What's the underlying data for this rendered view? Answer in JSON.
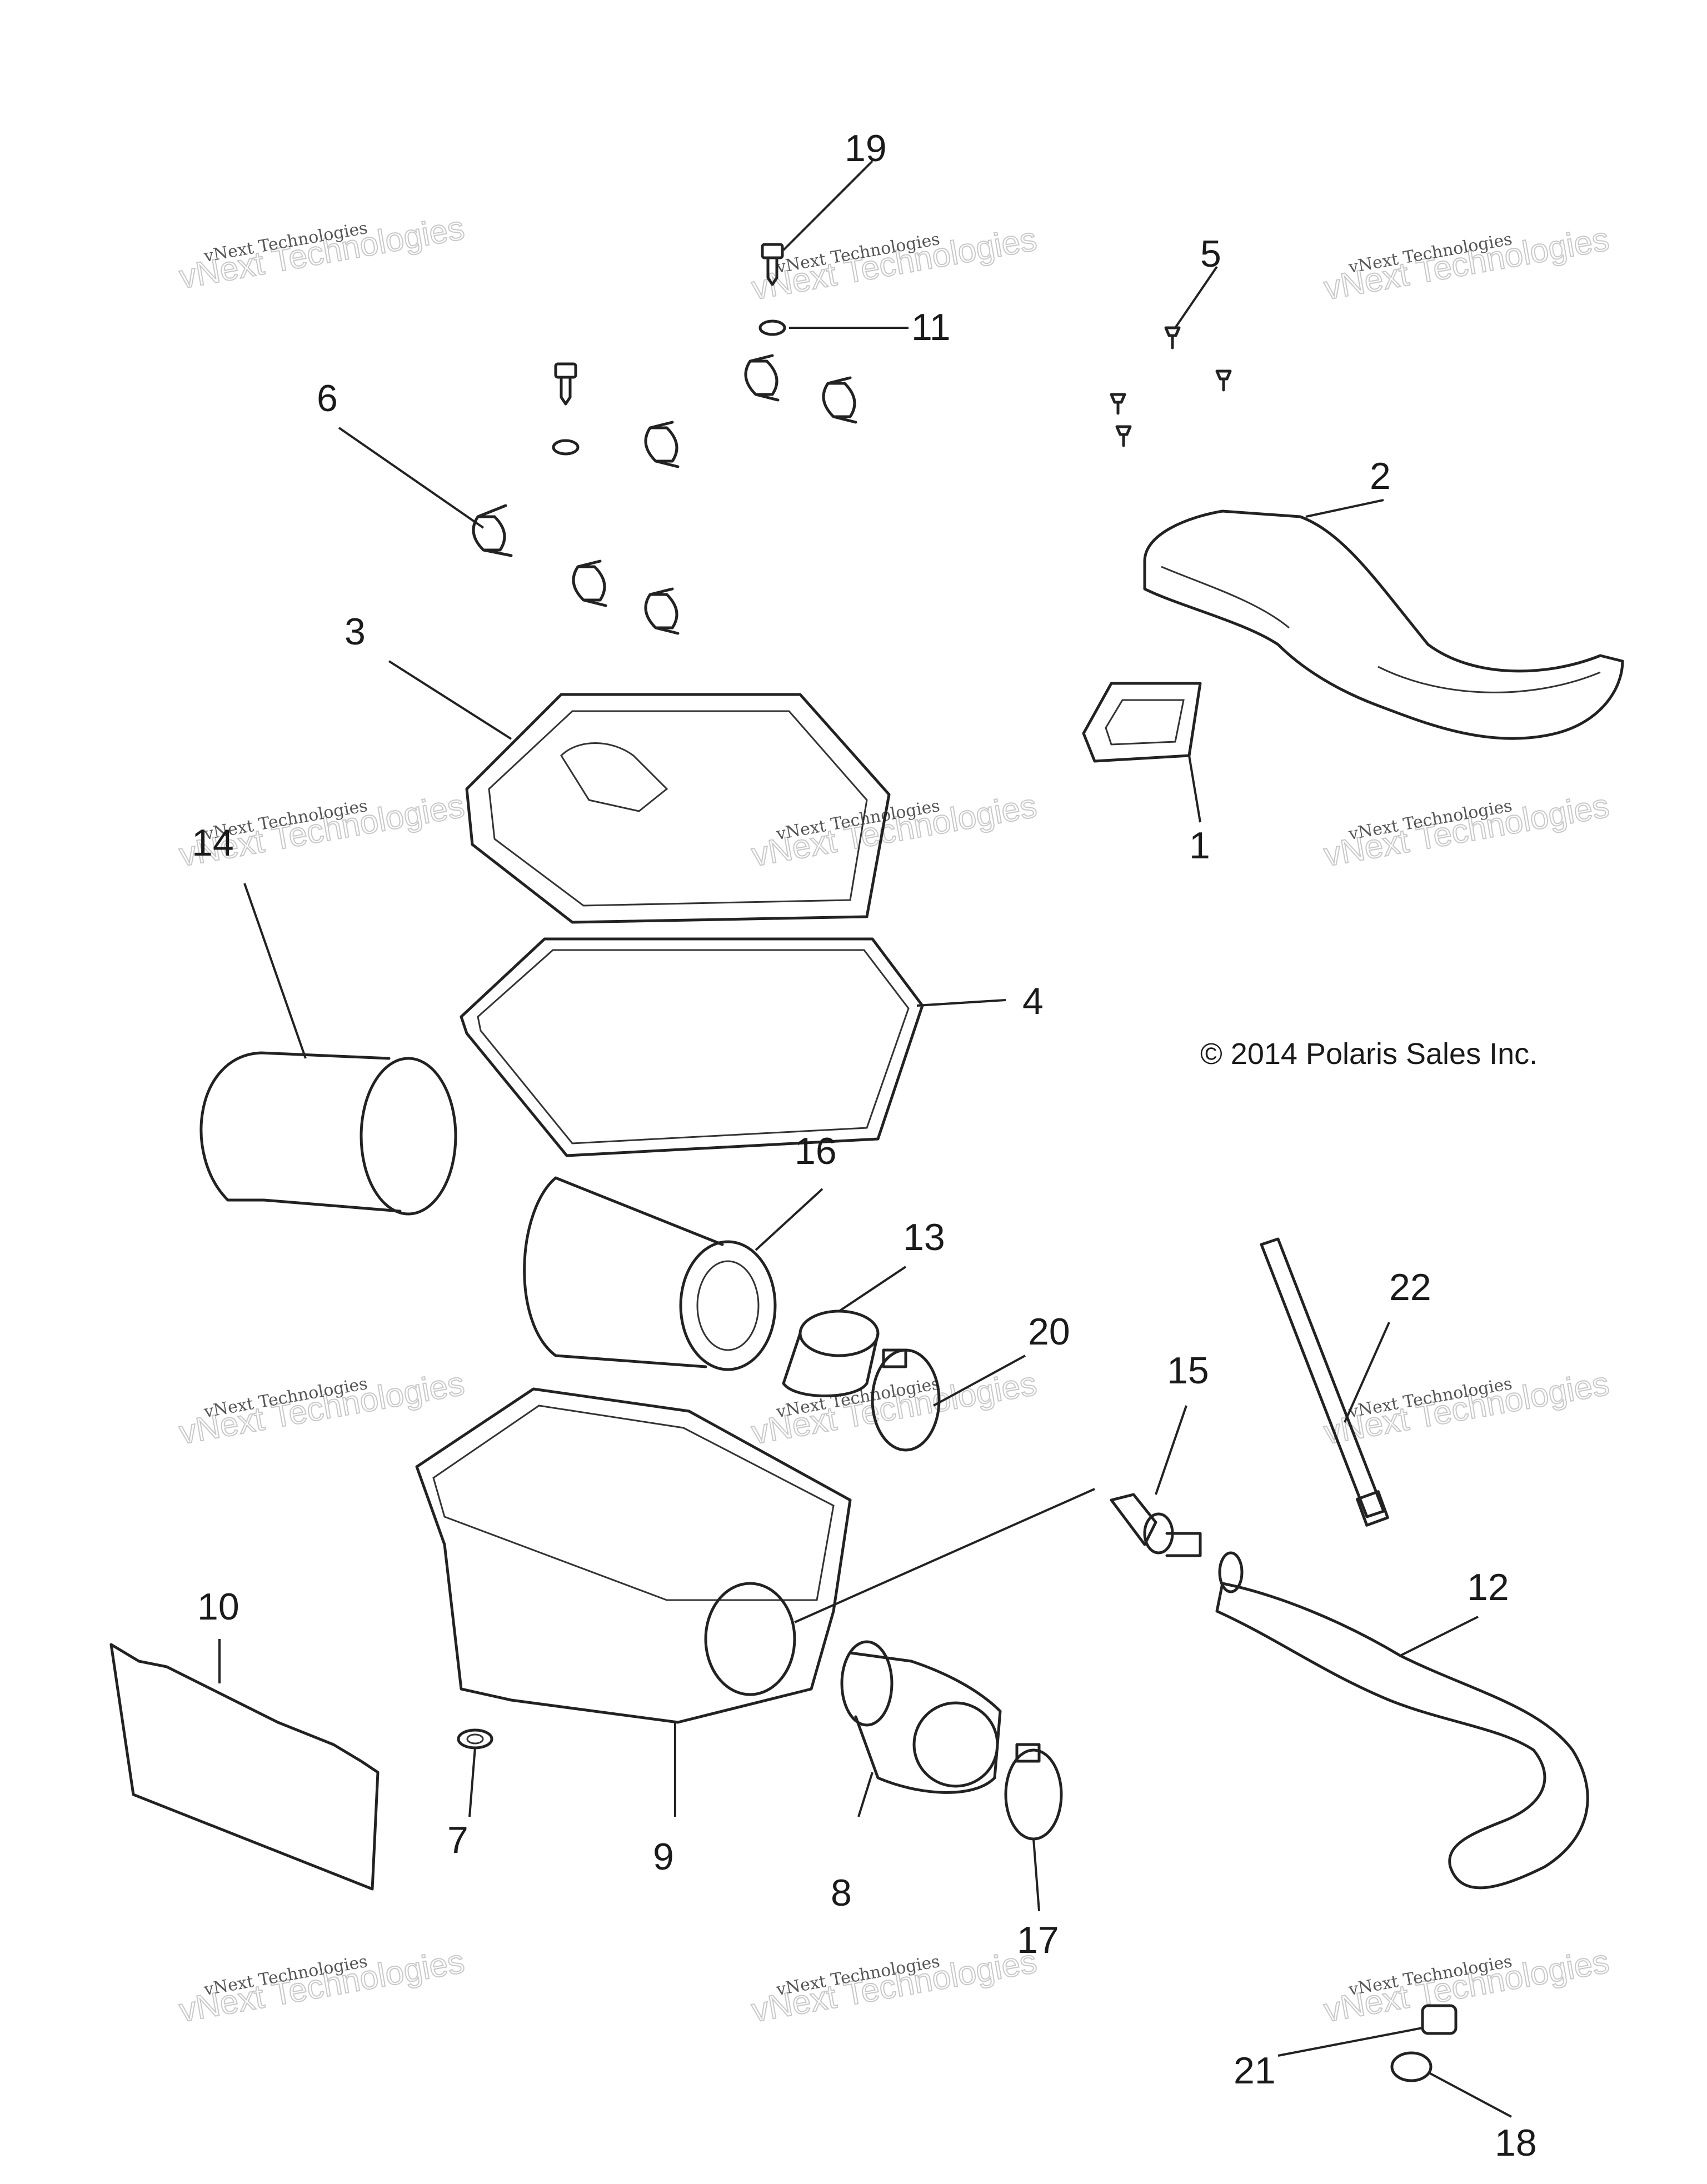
{
  "callouts": [
    "19",
    "11",
    "5",
    "6",
    "2",
    "3",
    "1",
    "14",
    "4",
    "16",
    "13",
    "20",
    "22",
    "15",
    "12",
    "10",
    "7",
    "9",
    "8",
    "17",
    "21",
    "18"
  ],
  "copyright": "© 2014 Polaris Sales Inc.",
  "watermark": {
    "line1": "vNext Technologies",
    "big": "vNext Technologies"
  }
}
